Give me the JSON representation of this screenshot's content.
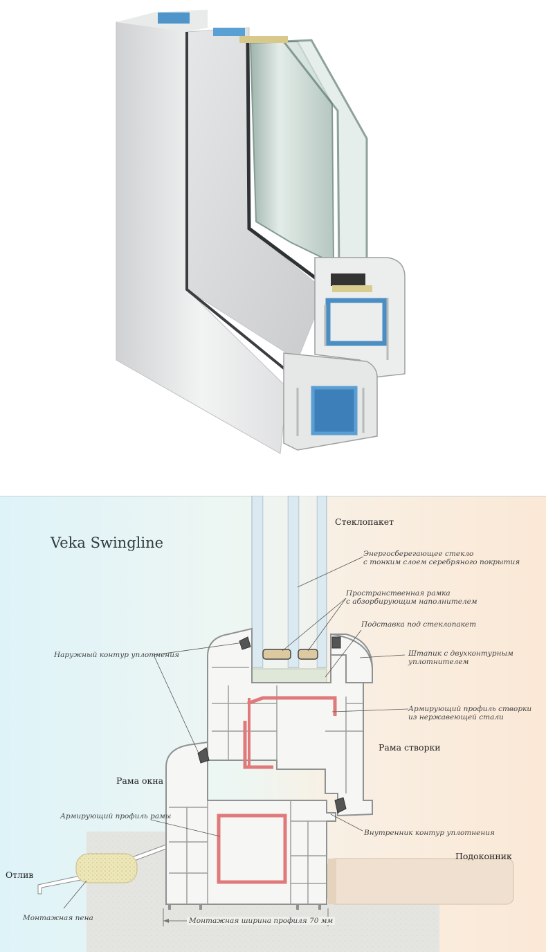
{
  "diagram": {
    "title": "Veka Swingline",
    "labels": {
      "glass_unit": "Стеклопакет",
      "sash_frame": "Рама створки",
      "window_frame": "Рама окна",
      "sill": "Подоконник",
      "drip": "Отлив"
    },
    "annotations": {
      "energy_glass": [
        "Энергосберегающее стекло",
        "с тонким слоем серебряного покрытия"
      ],
      "spacer": [
        "Пространственная рамка",
        "с абзорбирующим наполнителем"
      ],
      "glass_support": "Подставка под стеклопакет",
      "outer_seal": "Наружный контур уплотнения",
      "bead": [
        "Штапик с двухконтурным",
        "уплотнителем"
      ],
      "sash_reinforcement": [
        "Армирующий профиль створки",
        "из нержавеющей стали"
      ],
      "frame_reinforcement": "Армирующий профиль рамы",
      "inner_seal": "Внутренник контур уплотнения",
      "foam": "Монтажная пена",
      "mount_width": "Монтажная ширина профиля 70 мм"
    },
    "colors": {
      "exterior_bg": "#def3f8",
      "interior_bg": "#fbe8d6",
      "pvc": "#f6f7f4",
      "reinforcement": "#e07a7a",
      "seal": "#555555",
      "sill": "#efe0cf",
      "wall": "#e4e4e0",
      "foam": "#ece6b8"
    }
  }
}
